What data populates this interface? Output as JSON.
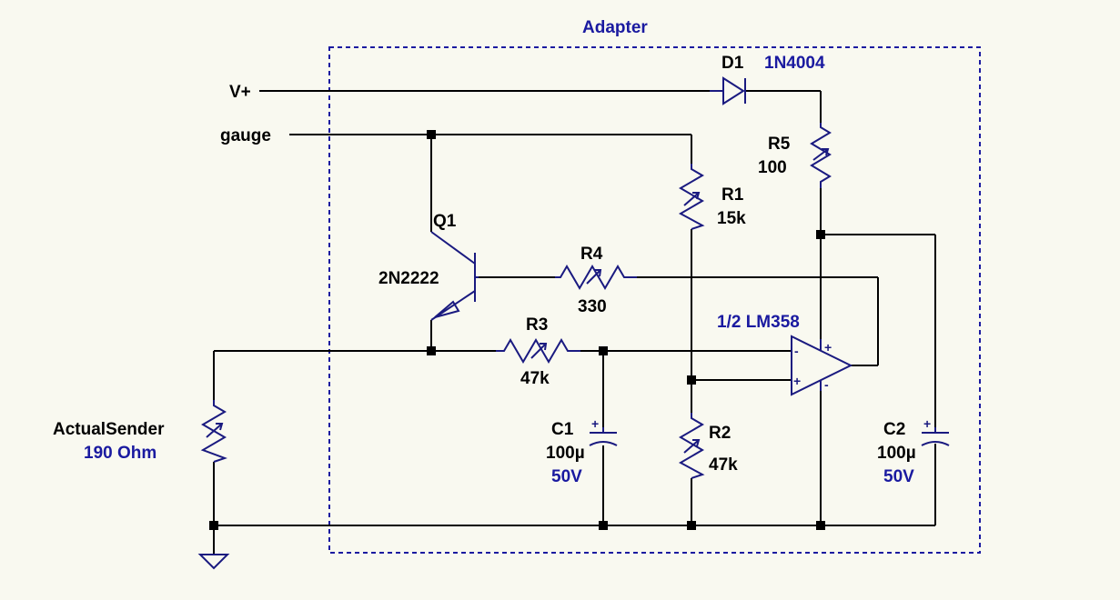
{
  "block": {
    "title": "Adapter"
  },
  "nets": {
    "supply": "V+",
    "gauge": "gauge"
  },
  "components": {
    "d1": {
      "ref": "D1",
      "value": "1N4004"
    },
    "q1": {
      "ref": "Q1",
      "value": "2N2222"
    },
    "r1": {
      "ref": "R1",
      "value": "15k"
    },
    "r2": {
      "ref": "R2",
      "value": "47k"
    },
    "r3": {
      "ref": "R3",
      "value": "47k"
    },
    "r4": {
      "ref": "R4",
      "value": "330"
    },
    "r5": {
      "ref": "R5",
      "value": "100"
    },
    "c1": {
      "ref": "C1",
      "value": "100µ",
      "rating": "50V"
    },
    "c2": {
      "ref": "C2",
      "value": "100µ",
      "rating": "50V"
    },
    "u1": {
      "value": "1/2 LM358"
    },
    "sender": {
      "ref": "ActualSender",
      "value": "190 Ohm"
    }
  },
  "pins": {
    "plus": "+",
    "minus": "-"
  },
  "colors": {
    "background": "#f9f9f0",
    "component": "#1a1a80",
    "value_text": "#1a1aa0",
    "wire": "#000000"
  }
}
